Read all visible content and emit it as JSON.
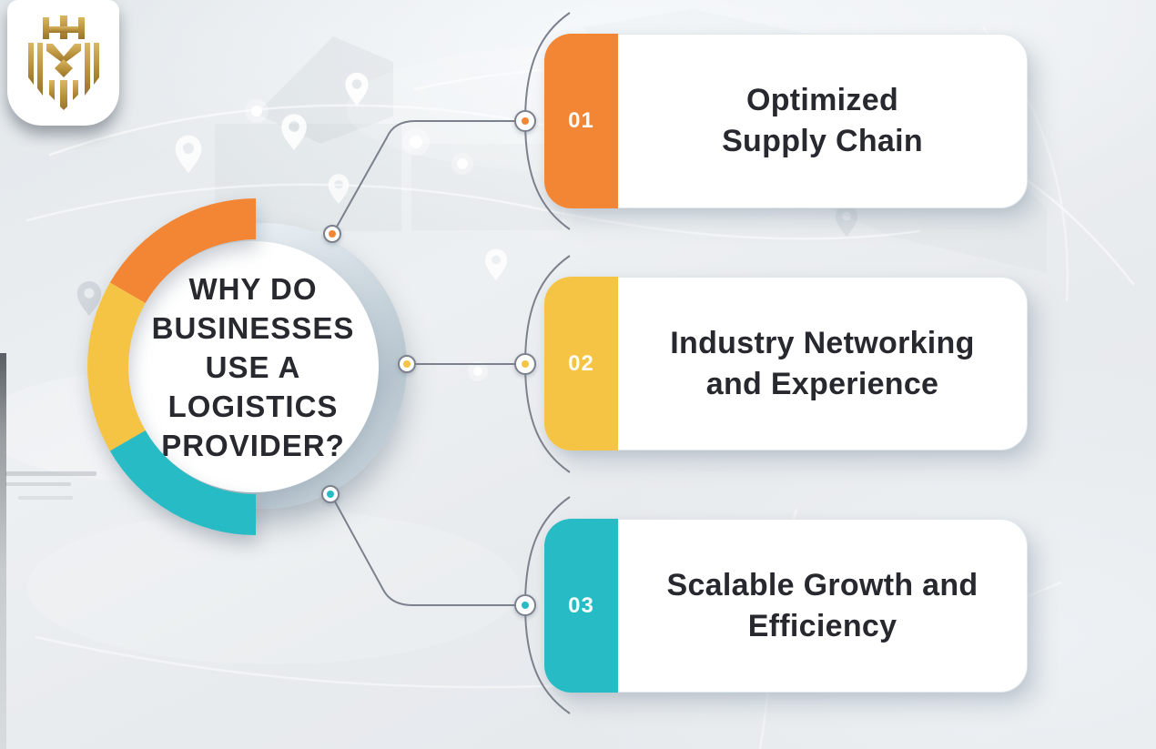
{
  "hub": {
    "title_lines": [
      "WHY DO",
      "BUSINESSES",
      "USE A",
      "LOGISTICS",
      "PROVIDER?"
    ]
  },
  "items": [
    {
      "number": "01",
      "title_line1": "Optimized",
      "title_line2": "Supply Chain",
      "color": "#F28634"
    },
    {
      "number": "02",
      "title_line1": "Industry Networking",
      "title_line2": "and Experience",
      "color": "#F6C445"
    },
    {
      "number": "03",
      "title_line1": "Scalable Growth and",
      "title_line2": "Efficiency",
      "color": "#27BCC5"
    }
  ],
  "logo": {
    "icon": "lion-crest-icon",
    "color": "#C19A44"
  },
  "theme": {
    "orange": "#F28634",
    "yellow": "#F6C445",
    "teal": "#27BCC5",
    "ink": "#28282F",
    "line": "#7C828D",
    "background": "#E9EDF0",
    "card": "#FFFFFF",
    "silver_ring": "#BFCBD4"
  }
}
